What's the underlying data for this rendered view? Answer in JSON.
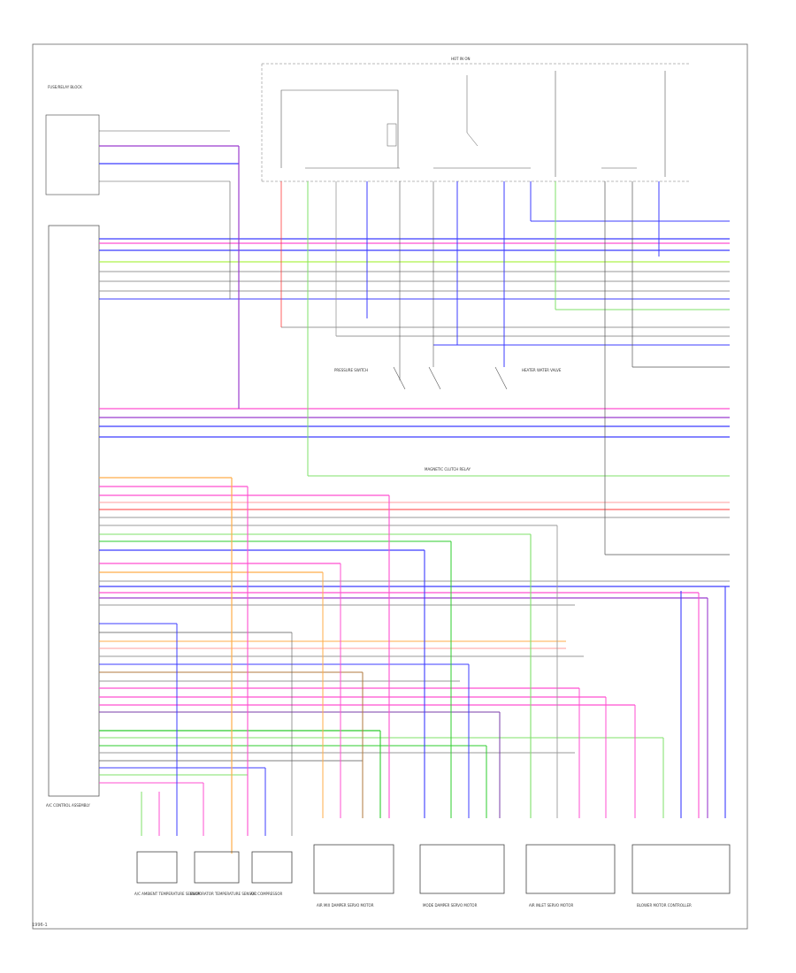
{
  "footer": {
    "code": "1996-1"
  },
  "labels": {
    "fuse_box": "FUSE/RELAY BLOCK",
    "ecm": "A/C CONTROL ASSEMBLY",
    "ambient_sensor": "A/C AMBIENT TEMPERATURE SENSOR",
    "evap_sensor": "EVAPORATOR TEMPERATURE SENSOR",
    "compressor": "A/C COMPRESSOR",
    "pressure_switch": "PRESSURE SWITCH",
    "heater_valve": "HEATER WATER VALVE",
    "door_motor_1": "AIR MIX DAMPER SERVO MOTOR",
    "door_motor_2": "MODE DAMPER SERVO MOTOR",
    "door_motor_3": "AIR INLET SERVO MOTOR",
    "blower": "BLOWER MOTOR CONTROLLER",
    "relay": "MAGNETIC CLUTCH RELAY",
    "hot_in_run": "HOT IN ON"
  },
  "colors": {
    "red": "#ff3b3b",
    "pink": "#ff4fd0",
    "blue": "#3c3cff",
    "purple": "#9b3ccf",
    "green": "#2ecc2e",
    "lightgreen": "#7fe06a",
    "yellowgreen": "#aef24a",
    "orange": "#ffae4a",
    "gray": "#999999",
    "darkgray": "#555555",
    "black": "#222222",
    "white": "#bbbbbb",
    "brown": "#b07a3c",
    "salmon": "#ff9d9d",
    "violet": "#7a3ca8",
    "teal": "#3cb0b0"
  }
}
